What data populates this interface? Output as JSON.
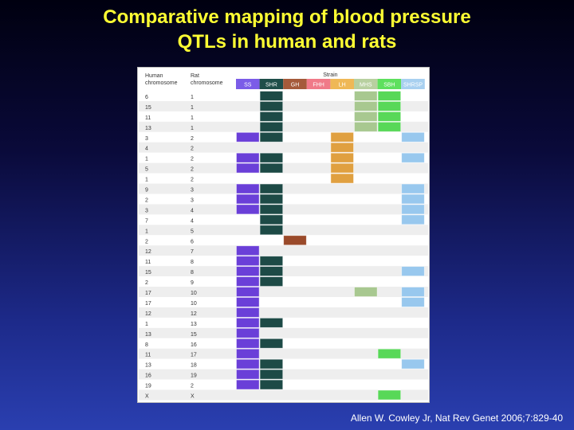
{
  "title_line1": "Comparative mapping of blood pressure",
  "title_line2": "QTLs in human and rats",
  "citation": "Allen W. Cowley Jr, Nat Rev Genet 2006;7:829-40",
  "table": {
    "header_human": [
      "Human",
      "chromosome"
    ],
    "header_rat": [
      "Rat",
      "chromosome"
    ],
    "strain_label": "Strain",
    "strains": [
      {
        "name": "SS",
        "color": "#6a3fd8",
        "header_color": "#7b5ce8"
      },
      {
        "name": "SHR",
        "color": "#1d4a46",
        "header_color": "#1f4e4a"
      },
      {
        "name": "GH",
        "color": "#9a4a2a",
        "header_color": "#a55a3a"
      },
      {
        "name": "FHH",
        "color": "#e05a6a",
        "header_color": "#f07a88"
      },
      {
        "name": "LH",
        "color": "#e0a040",
        "header_color": "#efb856"
      },
      {
        "name": "MHS",
        "color": "#a8c890",
        "header_color": "#b8d0a0"
      },
      {
        "name": "SBH",
        "color": "#58d858",
        "header_color": "#5ee05e"
      },
      {
        "name": "SHRSP",
        "color": "#98c8ee",
        "header_color": "#a8d0f0"
      }
    ],
    "rows": [
      {
        "human": "6",
        "rat": "1",
        "strains": [
          "SHR",
          "MHS",
          "SBH"
        ]
      },
      {
        "human": "15",
        "rat": "1",
        "strains": [
          "SHR",
          "MHS",
          "SBH"
        ]
      },
      {
        "human": "11",
        "rat": "1",
        "strains": [
          "SHR",
          "MHS",
          "SBH"
        ]
      },
      {
        "human": "13",
        "rat": "1",
        "strains": [
          "SHR",
          "MHS",
          "SBH"
        ]
      },
      {
        "human": "3",
        "rat": "2",
        "strains": [
          "SS",
          "SHR",
          "LH",
          "SHRSP"
        ]
      },
      {
        "human": "4",
        "rat": "2",
        "strains": [
          "LH"
        ]
      },
      {
        "human": "1",
        "rat": "2",
        "strains": [
          "SS",
          "SHR",
          "LH",
          "SHRSP"
        ]
      },
      {
        "human": "5",
        "rat": "2",
        "strains": [
          "SS",
          "SHR",
          "LH"
        ]
      },
      {
        "human": "1",
        "rat": "2",
        "strains": [
          "LH"
        ]
      },
      {
        "human": "9",
        "rat": "3",
        "strains": [
          "SS",
          "SHR",
          "SHRSP"
        ]
      },
      {
        "human": "2",
        "rat": "3",
        "strains": [
          "SS",
          "SHR",
          "SHRSP"
        ]
      },
      {
        "human": "3",
        "rat": "4",
        "strains": [
          "SS",
          "SHR",
          "SHRSP"
        ]
      },
      {
        "human": "7",
        "rat": "4",
        "strains": [
          "SHR",
          "SHRSP"
        ]
      },
      {
        "human": "1",
        "rat": "5",
        "strains": [
          "SHR"
        ]
      },
      {
        "human": "2",
        "rat": "6",
        "strains": [
          "GH"
        ]
      },
      {
        "human": "12",
        "rat": "7",
        "strains": [
          "SS"
        ]
      },
      {
        "human": "11",
        "rat": "8",
        "strains": [
          "SS",
          "SHR"
        ]
      },
      {
        "human": "15",
        "rat": "8",
        "strains": [
          "SS",
          "SHR",
          "SHRSP"
        ]
      },
      {
        "human": "2",
        "rat": "9",
        "strains": [
          "SS",
          "SHR"
        ]
      },
      {
        "human": "17",
        "rat": "10",
        "strains": [
          "SS",
          "MHS",
          "SHRSP"
        ]
      },
      {
        "human": "17",
        "rat": "10",
        "strains": [
          "SS",
          "SHRSP"
        ]
      },
      {
        "human": "12",
        "rat": "12",
        "strains": [
          "SS"
        ]
      },
      {
        "human": "1",
        "rat": "13",
        "strains": [
          "SS",
          "SHR"
        ]
      },
      {
        "human": "13",
        "rat": "15",
        "strains": [
          "SS"
        ]
      },
      {
        "human": "8",
        "rat": "16",
        "strains": [
          "SS",
          "SHR"
        ]
      },
      {
        "human": "11",
        "rat": "17",
        "strains": [
          "SS",
          "SBH"
        ]
      },
      {
        "human": "13",
        "rat": "18",
        "strains": [
          "SS",
          "SHR",
          "SHRSP"
        ]
      },
      {
        "human": "16",
        "rat": "19",
        "strains": [
          "SS",
          "SHR"
        ]
      },
      {
        "human": "19",
        "rat": "2",
        "strains": [
          "SS",
          "SHR"
        ]
      },
      {
        "human": "X",
        "rat": "X",
        "strains": [
          "SBH"
        ]
      }
    ]
  }
}
